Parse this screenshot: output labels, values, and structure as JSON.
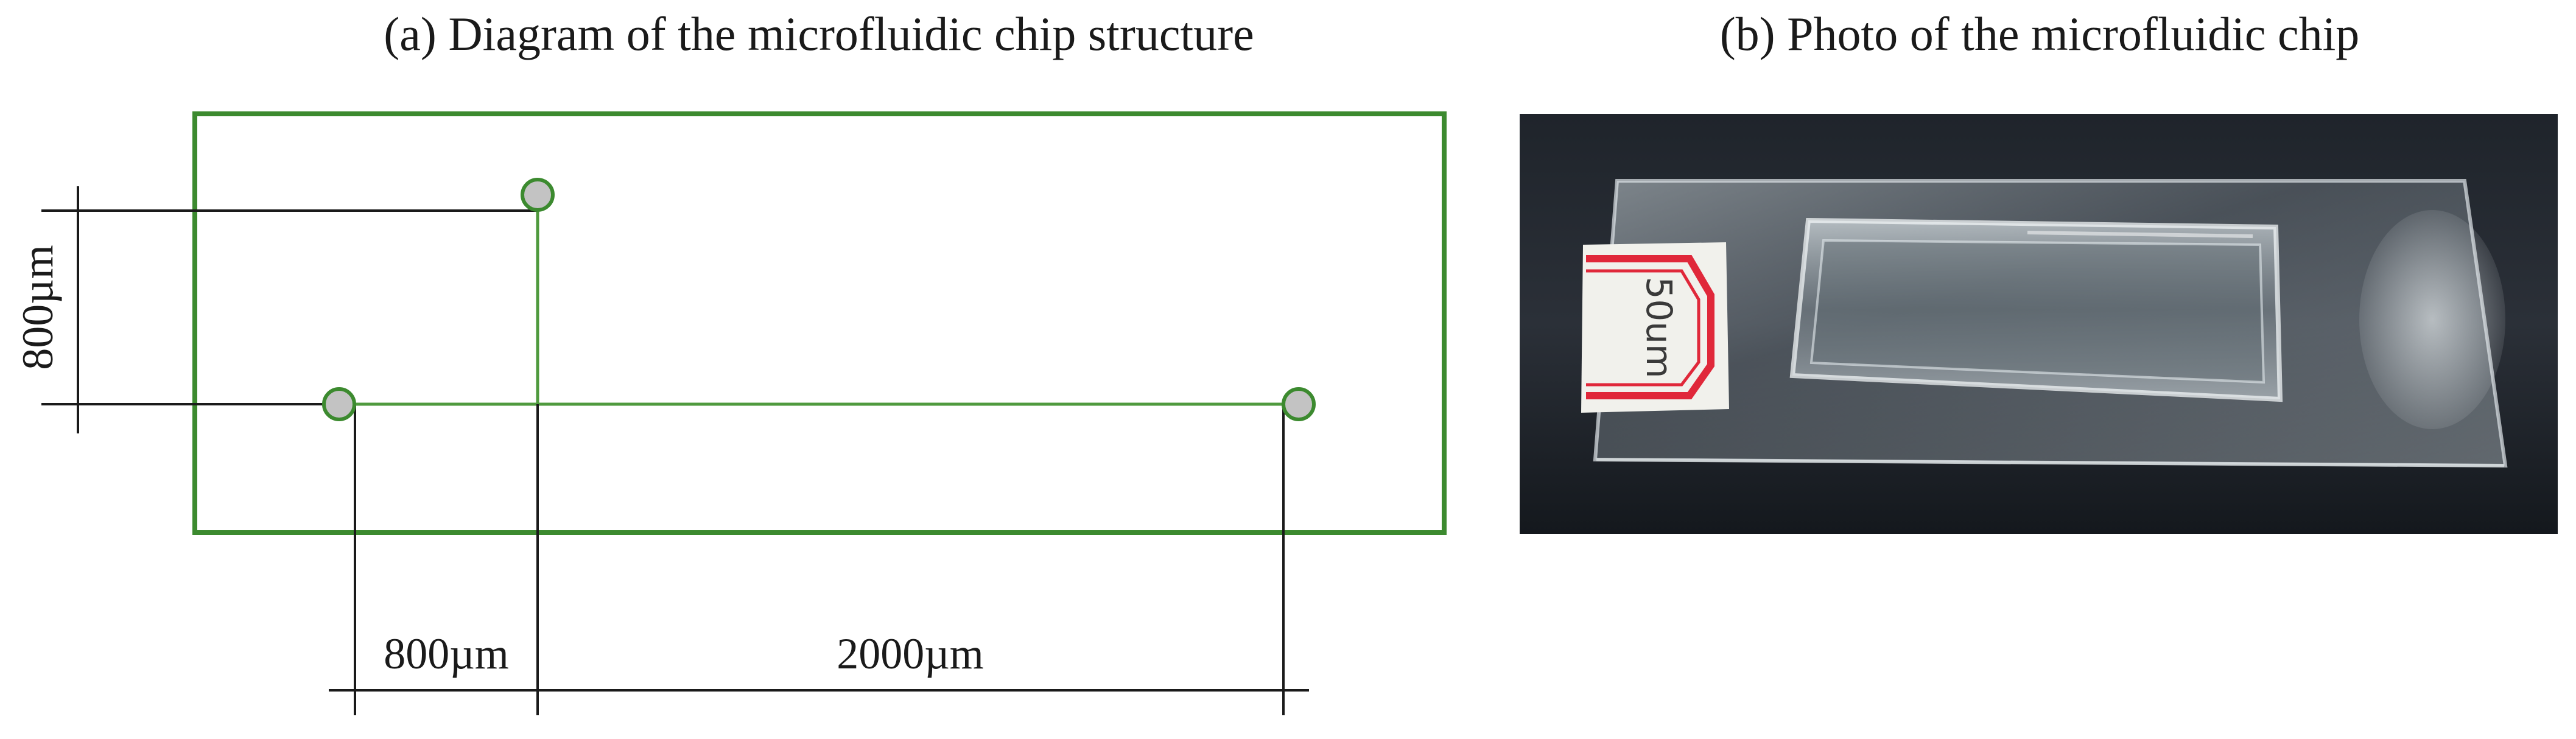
{
  "panel_a": {
    "caption": "(a) Diagram of the microfluidic chip structure",
    "dim_vertical": "800µm",
    "dim_horizontal_left": "800µm",
    "dim_horizontal_right": "2000µm"
  },
  "panel_b": {
    "caption": "(b) Photo of the microfluidic chip",
    "label_text": "50um"
  },
  "colors": {
    "chip_outline": "#3c8a2f",
    "channel": "#4f9a3e",
    "port_fill": "#c3c3c3",
    "label_red": "#e0283a"
  }
}
